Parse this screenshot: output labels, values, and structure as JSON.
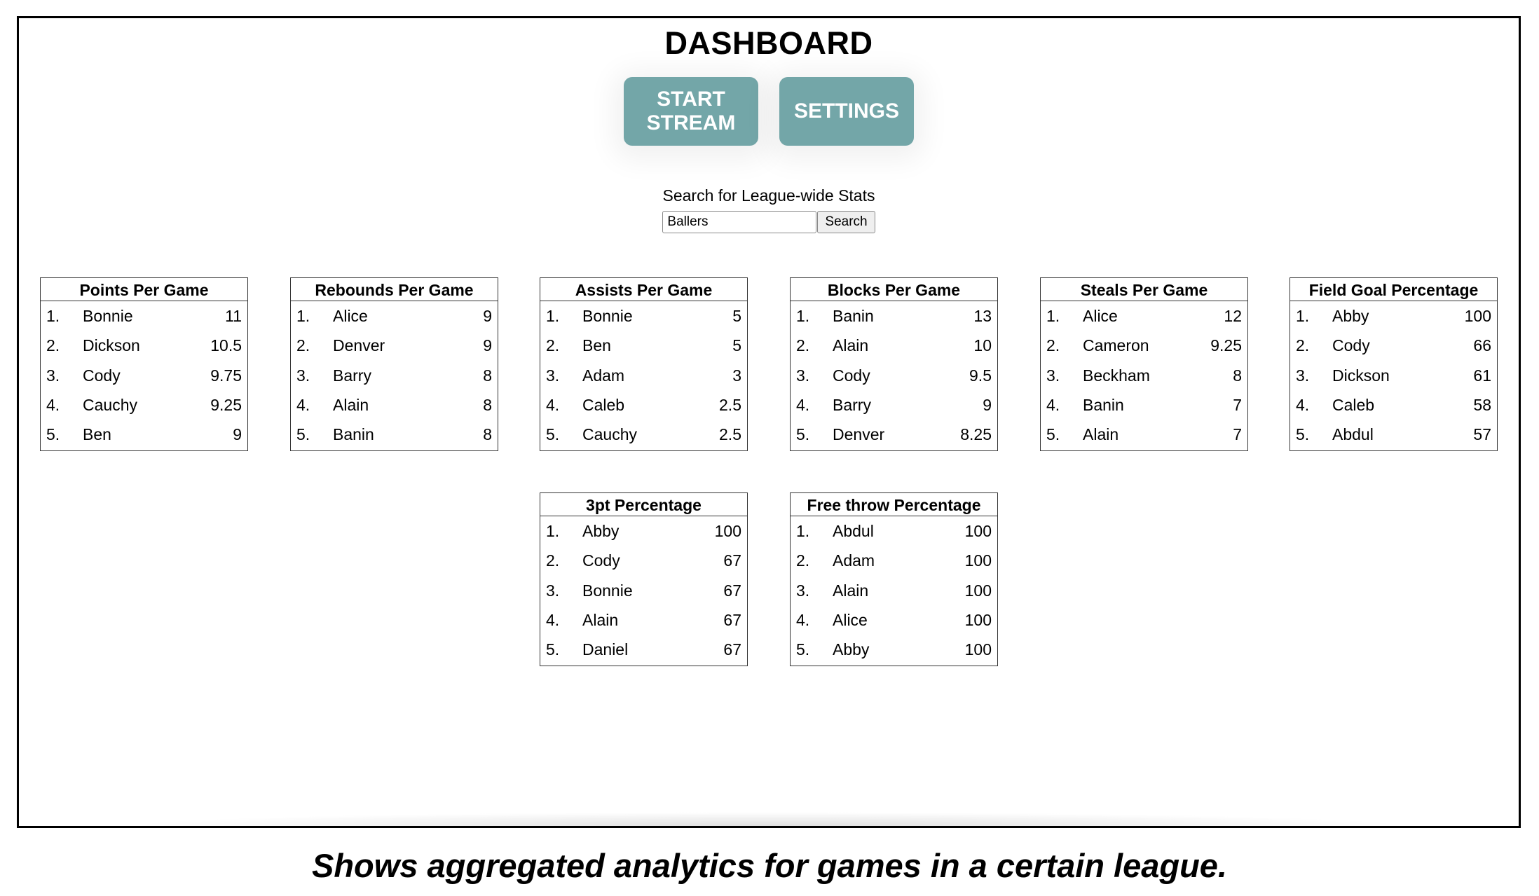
{
  "dashboard": {
    "title": "DASHBOARD",
    "start_stream_label": "START\nSTREAM",
    "settings_label": "SETTINGS",
    "accent_color": "#73a6a8"
  },
  "search": {
    "label": "Search for League-wide Stats",
    "value": "Ballers",
    "button_label": "Search"
  },
  "tables": [
    {
      "title": "Points Per Game",
      "rows": [
        {
          "rank": "1.",
          "name": "Bonnie",
          "value": "11"
        },
        {
          "rank": "2.",
          "name": "Dickson",
          "value": "10.5"
        },
        {
          "rank": "3.",
          "name": "Cody",
          "value": "9.75"
        },
        {
          "rank": "4.",
          "name": "Cauchy",
          "value": "9.25"
        },
        {
          "rank": "5.",
          "name": "Ben",
          "value": "9"
        }
      ]
    },
    {
      "title": "Rebounds Per Game",
      "rows": [
        {
          "rank": "1.",
          "name": "Alice",
          "value": "9"
        },
        {
          "rank": "2.",
          "name": "Denver",
          "value": "9"
        },
        {
          "rank": "3.",
          "name": "Barry",
          "value": "8"
        },
        {
          "rank": "4.",
          "name": "Alain",
          "value": "8"
        },
        {
          "rank": "5.",
          "name": "Banin",
          "value": "8"
        }
      ]
    },
    {
      "title": "Assists Per Game",
      "rows": [
        {
          "rank": "1.",
          "name": "Bonnie",
          "value": "5"
        },
        {
          "rank": "2.",
          "name": "Ben",
          "value": "5"
        },
        {
          "rank": "3.",
          "name": "Adam",
          "value": "3"
        },
        {
          "rank": "4.",
          "name": "Caleb",
          "value": "2.5"
        },
        {
          "rank": "5.",
          "name": "Cauchy",
          "value": "2.5"
        }
      ]
    },
    {
      "title": "Blocks Per Game",
      "rows": [
        {
          "rank": "1.",
          "name": "Banin",
          "value": "13"
        },
        {
          "rank": "2.",
          "name": "Alain",
          "value": "10"
        },
        {
          "rank": "3.",
          "name": "Cody",
          "value": "9.5"
        },
        {
          "rank": "4.",
          "name": "Barry",
          "value": "9"
        },
        {
          "rank": "5.",
          "name": "Denver",
          "value": "8.25"
        }
      ]
    },
    {
      "title": "Steals Per Game",
      "rows": [
        {
          "rank": "1.",
          "name": "Alice",
          "value": "12"
        },
        {
          "rank": "2.",
          "name": "Cameron",
          "value": "9.25"
        },
        {
          "rank": "3.",
          "name": "Beckham",
          "value": "8"
        },
        {
          "rank": "4.",
          "name": "Banin",
          "value": "7"
        },
        {
          "rank": "5.",
          "name": "Alain",
          "value": "7"
        }
      ]
    },
    {
      "title": "Field Goal Percentage",
      "rows": [
        {
          "rank": "1.",
          "name": "Abby",
          "value": "100"
        },
        {
          "rank": "2.",
          "name": "Cody",
          "value": "66"
        },
        {
          "rank": "3.",
          "name": "Dickson",
          "value": "61"
        },
        {
          "rank": "4.",
          "name": "Caleb",
          "value": "58"
        },
        {
          "rank": "5.",
          "name": "Abdul",
          "value": "57"
        }
      ]
    },
    {
      "title": "3pt Percentage",
      "rows": [
        {
          "rank": "1.",
          "name": "Abby",
          "value": "100"
        },
        {
          "rank": "2.",
          "name": "Cody",
          "value": "67"
        },
        {
          "rank": "3.",
          "name": "Bonnie",
          "value": "67"
        },
        {
          "rank": "4.",
          "name": "Alain",
          "value": "67"
        },
        {
          "rank": "5.",
          "name": "Daniel",
          "value": "67"
        }
      ]
    },
    {
      "title": "Free throw Percentage",
      "rows": [
        {
          "rank": "1.",
          "name": "Abdul",
          "value": "100"
        },
        {
          "rank": "2.",
          "name": "Adam",
          "value": "100"
        },
        {
          "rank": "3.",
          "name": "Alain",
          "value": "100"
        },
        {
          "rank": "4.",
          "name": "Alice",
          "value": "100"
        },
        {
          "rank": "5.",
          "name": "Abby",
          "value": "100"
        }
      ]
    }
  ],
  "caption": "Shows aggregated analytics for games in a certain league."
}
